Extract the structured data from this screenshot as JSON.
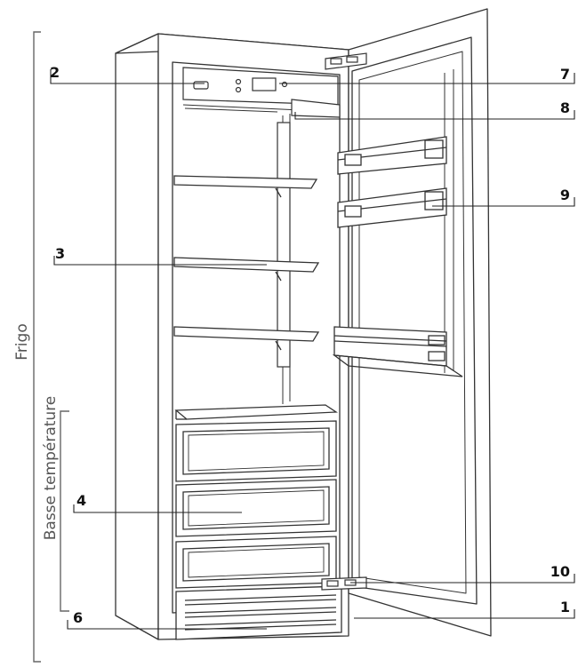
{
  "diagram": {
    "labels": {
      "frigo": "Frigo",
      "basse_temperature": "Basse température"
    },
    "callouts": {
      "c1": "1",
      "c2": "2",
      "c3": "3",
      "c4": "4",
      "c6": "6",
      "c7": "7",
      "c8": "8",
      "c9": "9",
      "c10": "10"
    },
    "colors": {
      "line": "#333333",
      "bracket": "#666666",
      "fill": "#ffffff"
    }
  }
}
